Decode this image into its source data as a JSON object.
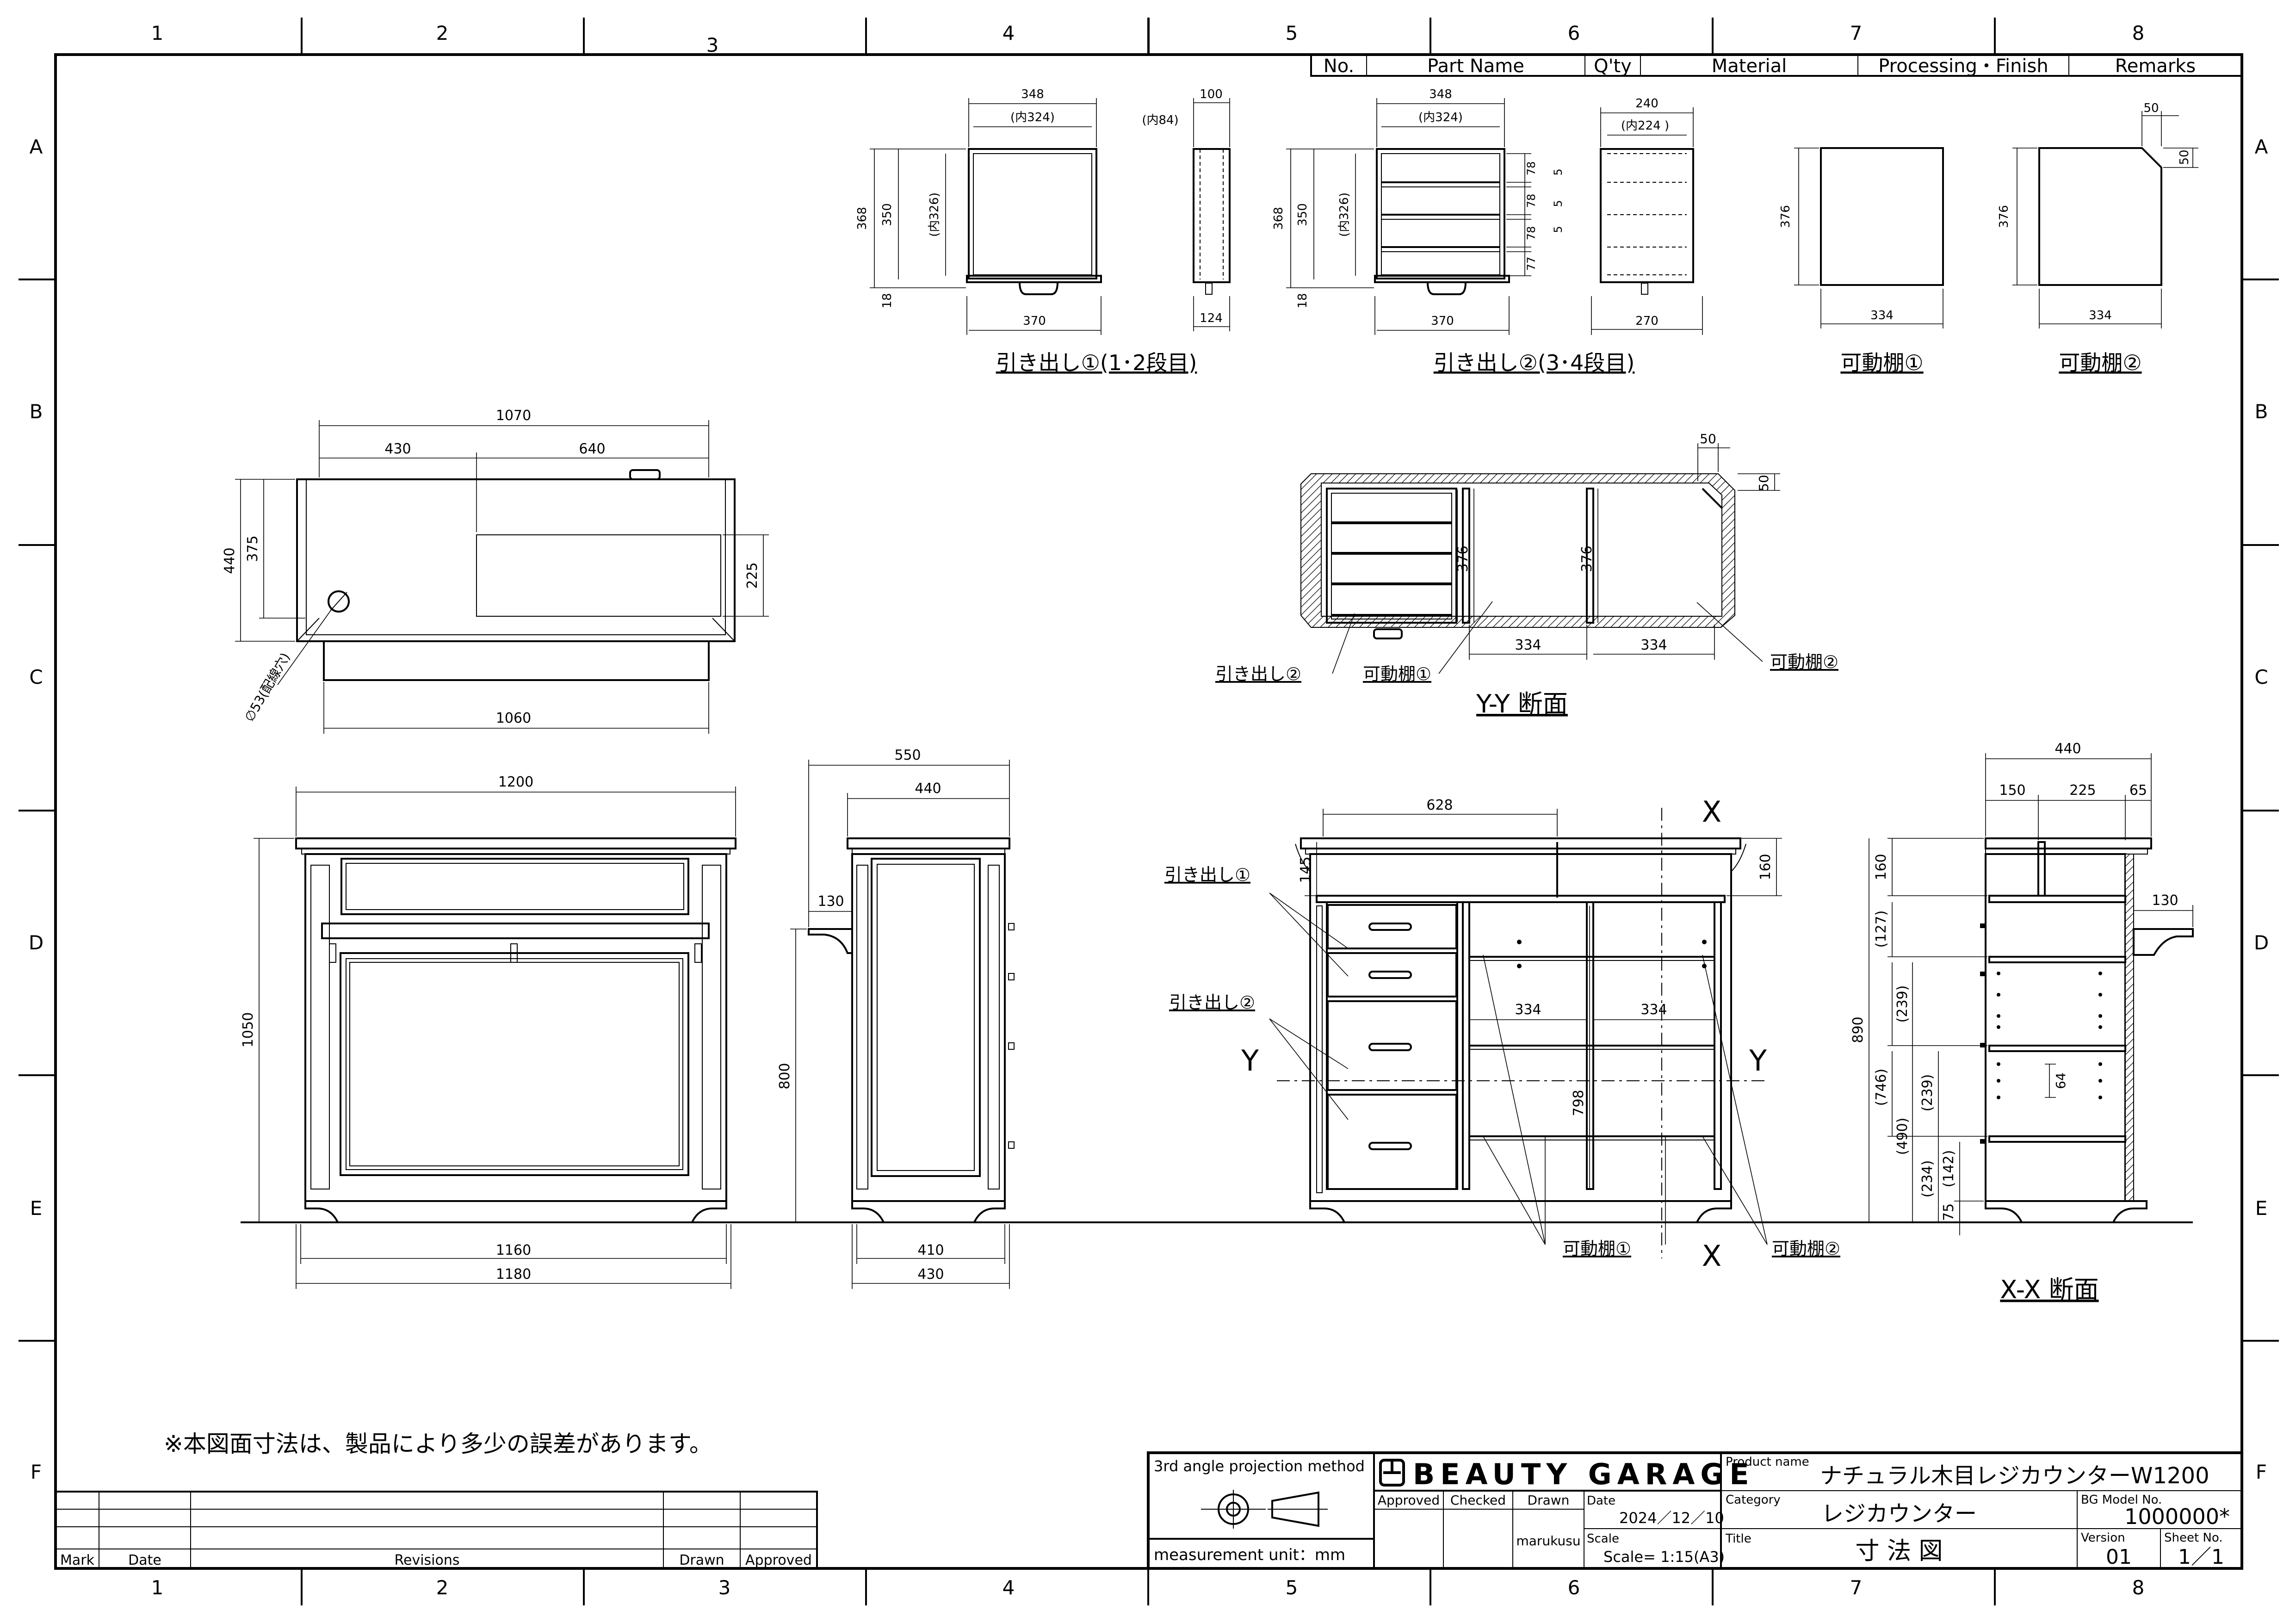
{
  "border": {
    "columns": [
      "1",
      "2",
      "3",
      "4",
      "5",
      "6",
      "7",
      "8"
    ],
    "rows": [
      "A",
      "B",
      "C",
      "D",
      "E",
      "F"
    ]
  },
  "parts_table": {
    "headers": [
      "No.",
      "Part Name",
      "Q'ty",
      "Material",
      "Processing・Finish",
      "Remarks"
    ]
  },
  "views": {
    "drawer1": {
      "title": "引き出し①(1･2段目)",
      "dims": [
        "348",
        "(内324)",
        "368",
        "350",
        "(内326)",
        "18",
        "370",
        "(内84)",
        "100",
        "124"
      ]
    },
    "drawer2": {
      "title": "引き出し②(3･4段目)",
      "dims": [
        "348",
        "(内324)",
        "368",
        "350",
        "(内326)",
        "18",
        "370",
        "78",
        "78",
        "78",
        "77",
        "5",
        "5",
        "5",
        "240",
        "(内224 )",
        "270"
      ]
    },
    "shelf1": {
      "title": "可動棚①",
      "dims": [
        "376",
        "334"
      ]
    },
    "shelf2": {
      "title": "可動棚②",
      "dims": [
        "376",
        "334",
        "50",
        "50"
      ]
    },
    "top_view": {
      "dims": [
        "1070",
        "430",
        "640",
        "440",
        "375",
        "225",
        "1060",
        "∅53(配線穴)"
      ]
    },
    "section_yy": {
      "title": "Y-Y 断面",
      "dims": [
        "376",
        "376",
        "334",
        "334",
        "50",
        "50"
      ],
      "labels": [
        "引き出し②",
        "可動棚①",
        "可動棚②"
      ]
    },
    "front": {
      "dims": [
        "1200",
        "1050",
        "1160",
        "1180"
      ]
    },
    "side": {
      "dims": [
        "550",
        "440",
        "130",
        "800",
        "410",
        "430"
      ]
    },
    "section_front": {
      "dims": [
        "628",
        "145",
        "160",
        "334",
        "334",
        "798",
        "X",
        "X",
        "Y",
        "Y"
      ],
      "labels": [
        "引き出し①",
        "引き出し②",
        "可動棚①",
        "可動棚②"
      ]
    },
    "section_xx": {
      "title": "X-X 断面",
      "dims": [
        "440",
        "150",
        "225",
        "65",
        "130",
        "160",
        "(127)",
        "(239)",
        "890",
        "(746)",
        "(239)",
        "64",
        "(490)",
        "(142)",
        "(234)",
        "75"
      ]
    }
  },
  "note": "※本図面寸法は、製品により多少の誤差があります。",
  "revisions": {
    "headers": [
      "Mark",
      "Date",
      "Revisions",
      "Drawn",
      "Approved"
    ]
  },
  "title_block": {
    "projection": "3rd angle projection method",
    "unit": "measurement unit：mm",
    "brand": "BEAUTY GARAGE",
    "approved_label": "Approved",
    "checked_label": "Checked",
    "drawn_label": "Drawn",
    "drawn_value": "marukusu",
    "date_label": "Date",
    "date_value": "2024／12／10",
    "scale_label": "Scale",
    "scale_value": "Scale= 1:15(A3)",
    "product_label": "Product name",
    "product_value": "ナチュラル木目レジカウンターW1200",
    "category_label": "Category",
    "category_value": "レジカウンター",
    "title_label": "Title",
    "title_value": "寸 法 図",
    "model_label": "BG Model No.",
    "model_value": "1000000*",
    "version_label": "Version",
    "version_value": "01",
    "sheet_label": "Sheet No.",
    "sheet_value": "1／1"
  }
}
